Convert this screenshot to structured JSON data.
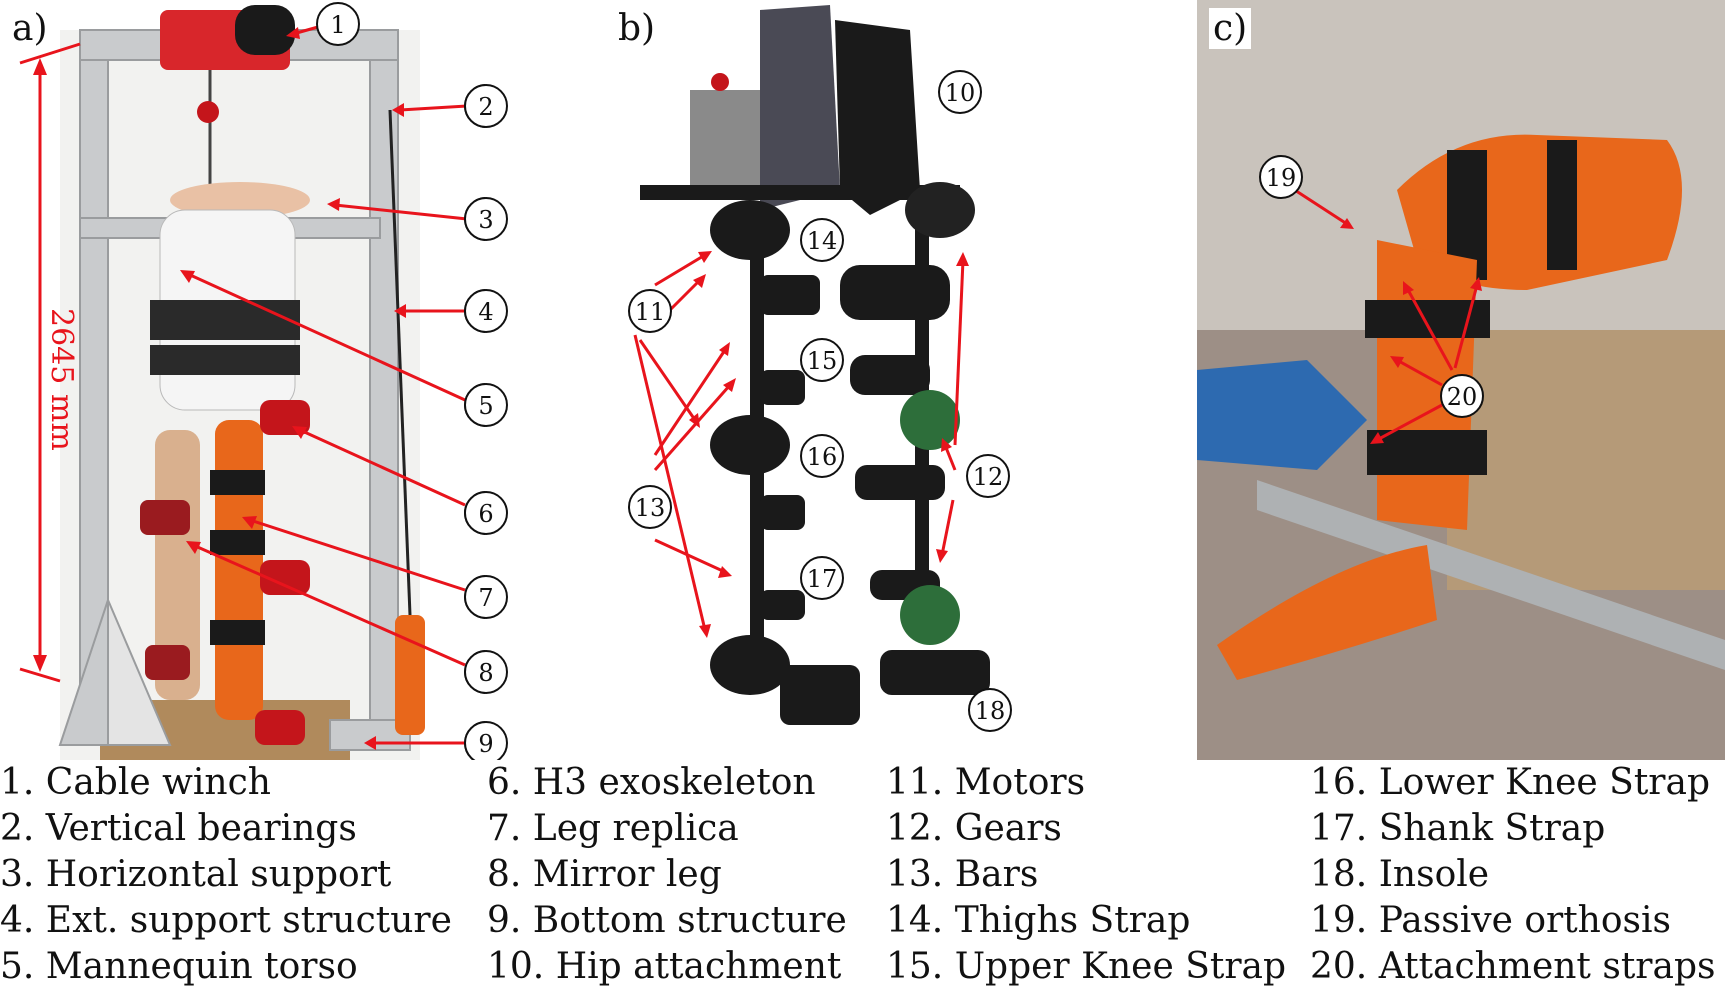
{
  "panels": [
    {
      "letter": "a)"
    },
    {
      "letter": "b)"
    },
    {
      "letter": "c)"
    }
  ],
  "dimension_label": "2645 mm",
  "callout_numbers": [
    "1",
    "2",
    "3",
    "4",
    "5",
    "6",
    "7",
    "8",
    "9",
    "10",
    "11",
    "12",
    "13",
    "14",
    "15",
    "16",
    "17",
    "18",
    "19",
    "20"
  ],
  "legend": [
    [
      "1. Cable winch",
      "2. Vertical bearings",
      "3. Horizontal support",
      "4. Ext. support structure",
      "5. Mannequin torso"
    ],
    [
      "6. H3 exoskeleton",
      "7. Leg replica",
      "8. Mirror leg",
      "9. Bottom structure",
      "10. Hip attachment"
    ],
    [
      "11. Motors",
      "12. Gears",
      "13. Bars",
      "14. Thighs Strap",
      "15. Upper Knee Strap"
    ],
    [
      "16. Lower Knee Strap",
      "17. Shank Strap",
      "18. Insole",
      "19. Passive orthosis",
      "20. Attachment straps"
    ]
  ],
  "colors": {
    "arrow": "#e8141c",
    "orange": "#e8671b",
    "aluminium": "#c9cbcd",
    "black": "#1a1a1a"
  }
}
